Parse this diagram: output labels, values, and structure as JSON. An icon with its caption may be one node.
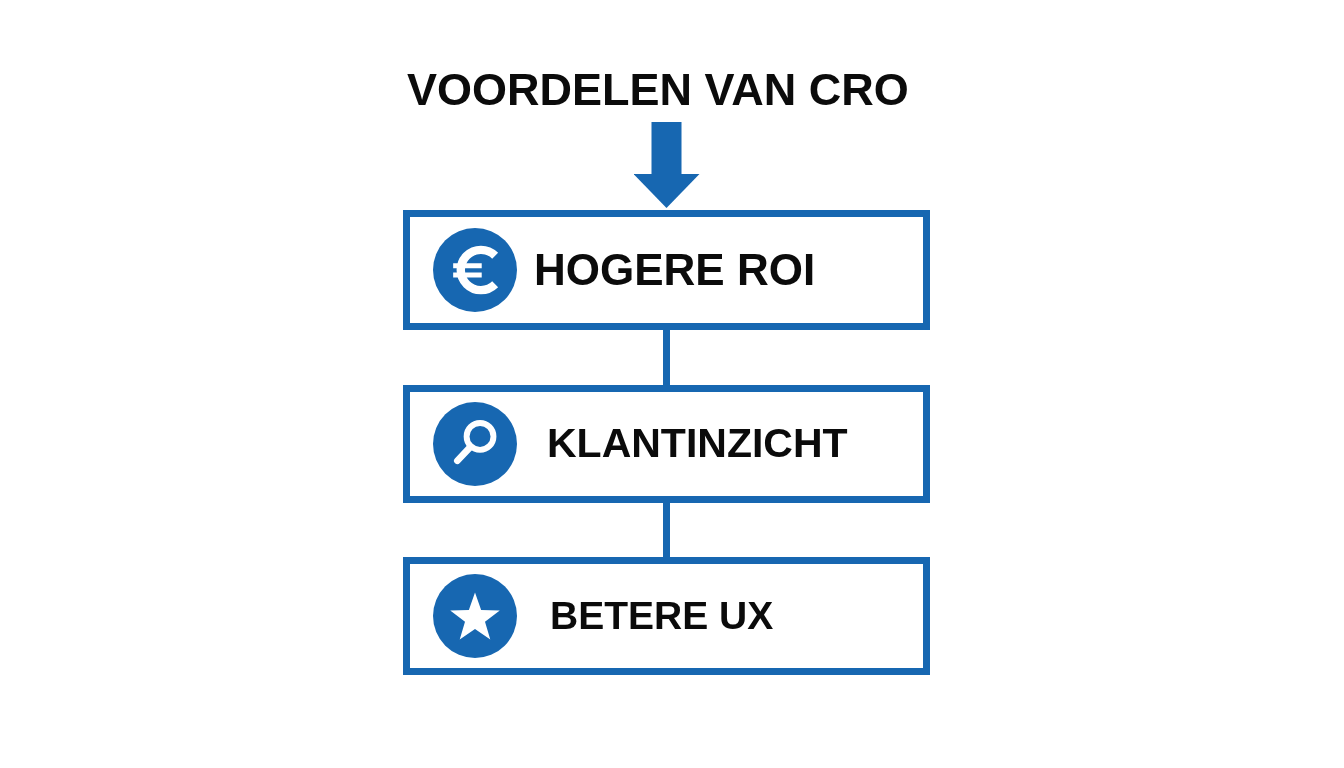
{
  "diagram": {
    "nodes": [
      {
        "text": [
          "VOORDELEN VAN CRO"
        ]
      },
      {
        "text": [
          "HOGERE ROI"
        ]
      },
      {
        "text": [
          "KLANTINZICHT"
        ]
      },
      {
        "text": [
          "BETERE UX"
        ]
      }
    ],
    "edges": [
      {
        "from": 0,
        "to": 1,
        "arrow": "to",
        "style": "thick"
      },
      {
        "from": 1,
        "to": 2,
        "arrow": "none"
      },
      {
        "from": 2,
        "to": 3,
        "arrow": "none"
      }
    ]
  }
}
